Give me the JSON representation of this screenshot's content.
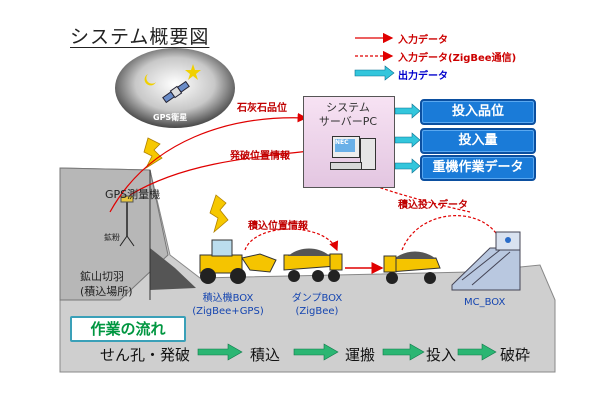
{
  "title": "システム概要図",
  "legend": {
    "input_solid": "入力データ",
    "input_dashed": "入力データ(ZigBee通信)",
    "output": "出力データ"
  },
  "satellite_label": "GPS衛星",
  "server": {
    "line1": "システム",
    "line2": "サーバーPC",
    "brand": "NEC"
  },
  "outputs": [
    "投入品位",
    "投入量",
    "重機作業データ"
  ],
  "labels": {
    "limestone_grade": "石灰石品位",
    "blast_position": "発破位置情報",
    "loading_position": "積込位置情報",
    "loading_input": "積込投入データ",
    "gps_surveyor": "GPS測量機",
    "ore": "鉱粉",
    "mine_face_1": "鉱山切羽",
    "mine_face_2": "(積込場所)"
  },
  "equipment": {
    "loader_1": "積込機BOX",
    "loader_2": "(ZigBee+GPS)",
    "dump_1": "ダンプBOX",
    "dump_2": "(ZigBee)",
    "mc": "MC_BOX"
  },
  "flow": {
    "title": "作業の流れ",
    "steps": [
      "せん孔・発破",
      "積込",
      "運搬",
      "投入",
      "破砕"
    ]
  },
  "colors": {
    "red": "#e00000",
    "cyan_arrow": "#33c6dc",
    "output_box": "#1a7bd8",
    "flow_green": "#2bb673",
    "ground": "#c9c9c9"
  }
}
